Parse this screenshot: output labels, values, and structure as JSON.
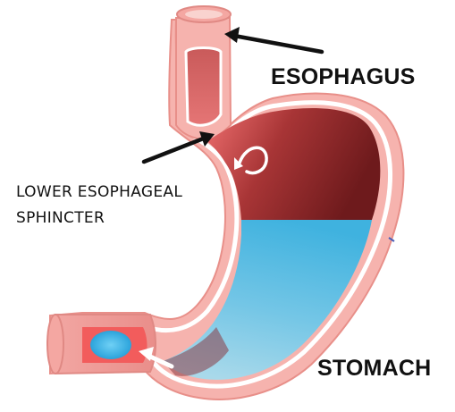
{
  "labels": {
    "esophagus": "ESOPHAGUS",
    "lower_esophageal_line1": "LOWER ESOPHAGEAL",
    "lower_esophageal_line2": "SPHINCTER",
    "stomach": "STOMACH"
  },
  "colors": {
    "wall": "#f6b3ae",
    "wall_edge": "#e88f89",
    "lining": "#ffffff",
    "interior_light": "#ef6f6f",
    "interior_dark": "#6e1a1c",
    "acid_top": "#3fb2df",
    "acid_bottom": "#9fd7ea",
    "bolus": "#2aa8e0",
    "arrow": "#111111"
  },
  "icons": [
    "pointer-arrow-icon",
    "flow-arrow-icon",
    "reflux-curl-arrow-icon"
  ]
}
